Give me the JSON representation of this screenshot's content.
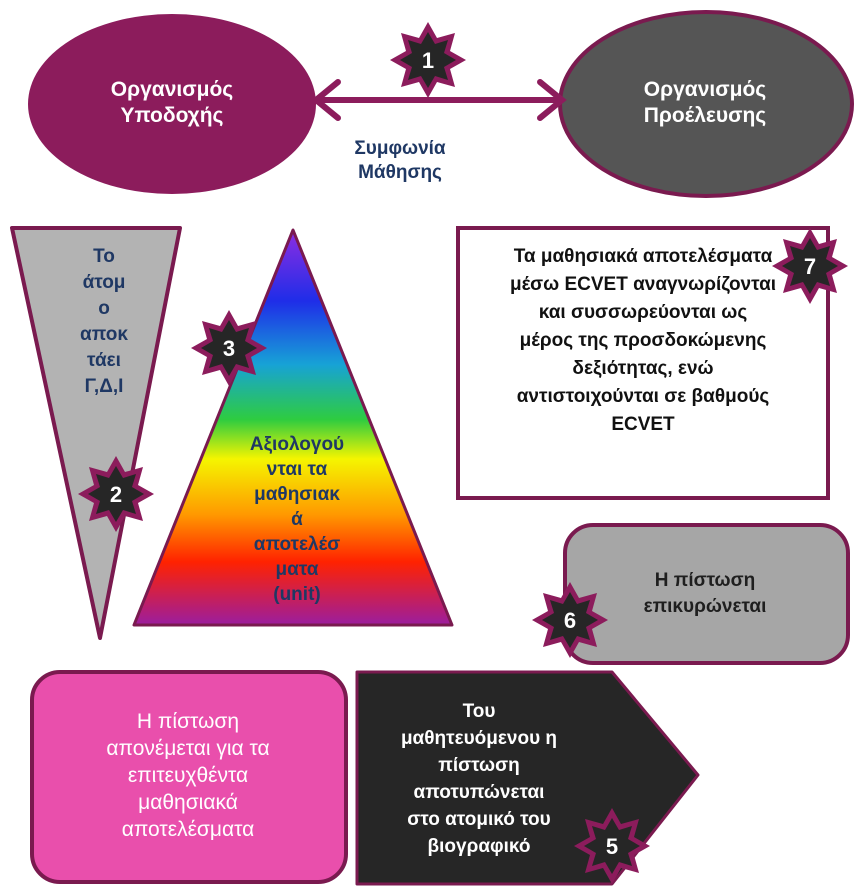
{
  "host_org": {
    "line1": "Οργανισμός",
    "line2": "Υποδοχής"
  },
  "home_org": {
    "line1": "Οργανισμός",
    "line2": "Προέλευσης"
  },
  "agreement": {
    "line1": "Συμφωνία",
    "line2": "Μάθησης"
  },
  "acquire": {
    "lines": [
      "Το",
      "άτομ",
      "ο",
      "αποκ",
      "τάει",
      "Γ,Δ,Ι"
    ]
  },
  "assess": {
    "lines": [
      "Αξιολογού",
      "νται τα",
      "μαθησιακ",
      "ά",
      "αποτελέσ",
      "ματα",
      "(unit)"
    ]
  },
  "recognition": {
    "lines": [
      "Τα μαθησιακά αποτελέσματα",
      "μέσω ECVET αναγνωρίζονται",
      "και συσσωρεύονται ως",
      "μέρος της προσδοκώμενης",
      "δεξιότητας, ενώ",
      "αντιστοιχούνται σε βαθμούς",
      "ECVET"
    ]
  },
  "validation": {
    "lines": [
      "Η πίστωση",
      "επικυρώνεται"
    ]
  },
  "award": {
    "lines": [
      "Η πίστωση",
      "απονέμεται για τα",
      "επιτευχθέντα",
      "μαθησιακά",
      "αποτελέσματα"
    ]
  },
  "record": {
    "lines": [
      "Του",
      "μαθητευόμενου η",
      "πίστωση",
      "αποτυπώνεται",
      "στο ατομικό του",
      "βιογραφικό"
    ]
  },
  "badges": {
    "b1": "1",
    "b2": "2",
    "b3": "3",
    "b5": "5",
    "b6": "6",
    "b7": "7"
  },
  "colors": {
    "magenta": "#8c1c5c",
    "border": "#7a1a4f",
    "grey": "#b3b3b3",
    "dark": "#555555",
    "pink": "#e94fac",
    "black": "#262626",
    "navy": "#1f3864"
  }
}
